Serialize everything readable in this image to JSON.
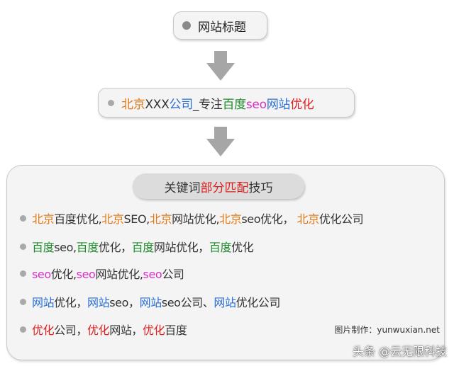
{
  "colors": {
    "orange": "#e07a18",
    "green": "#1d8a2a",
    "magenta": "#d631c8",
    "blue": "#2a6fd1",
    "red": "#e02020",
    "text": "#333333"
  },
  "title_box": {
    "label": "网站标题"
  },
  "example_title": {
    "segments": [
      {
        "text": "北京",
        "color": "orange"
      },
      {
        "text": "XXX",
        "color": "text"
      },
      {
        "text": "公司",
        "color": "blue"
      },
      {
        "text": "_专注",
        "color": "text"
      },
      {
        "text": "百度",
        "color": "green"
      },
      {
        "text": "seo",
        "color": "magenta"
      },
      {
        "text": "网站",
        "color": "blue"
      },
      {
        "text": "优化",
        "color": "red"
      }
    ]
  },
  "panel": {
    "header": [
      {
        "text": "关键词",
        "color": "text"
      },
      {
        "text": "部分匹配",
        "color": "red"
      },
      {
        "text": "技巧",
        "color": "text"
      }
    ],
    "rows": [
      [
        {
          "text": "北京",
          "color": "orange"
        },
        {
          "text": "百度优化,",
          "color": "text"
        },
        {
          "text": "北京",
          "color": "orange"
        },
        {
          "text": "SEO,",
          "color": "text"
        },
        {
          "text": "北京",
          "color": "orange"
        },
        {
          "text": "网站优化,",
          "color": "text"
        },
        {
          "text": "北京",
          "color": "orange"
        },
        {
          "text": "seo优化， ",
          "color": "text"
        },
        {
          "text": "北京",
          "color": "orange"
        },
        {
          "text": "优化公司",
          "color": "text"
        }
      ],
      [
        {
          "text": "百度",
          "color": "green"
        },
        {
          "text": "seo,",
          "color": "text"
        },
        {
          "text": "百度",
          "color": "green"
        },
        {
          "text": "优化，",
          "color": "text"
        },
        {
          "text": "百度",
          "color": "green"
        },
        {
          "text": "网站优化，",
          "color": "text"
        },
        {
          "text": "百度",
          "color": "green"
        },
        {
          "text": "优化",
          "color": "text"
        }
      ],
      [
        {
          "text": "seo",
          "color": "magenta"
        },
        {
          "text": "优化,",
          "color": "text"
        },
        {
          "text": "seo",
          "color": "magenta"
        },
        {
          "text": "网站优化,",
          "color": "text"
        },
        {
          "text": "seo",
          "color": "magenta"
        },
        {
          "text": "公司",
          "color": "text"
        }
      ],
      [
        {
          "text": "网站",
          "color": "blue"
        },
        {
          "text": "优化，",
          "color": "text"
        },
        {
          "text": "网站",
          "color": "blue"
        },
        {
          "text": "seo，",
          "color": "text"
        },
        {
          "text": "网站",
          "color": "blue"
        },
        {
          "text": "seo公司、",
          "color": "text"
        },
        {
          "text": "网站",
          "color": "blue"
        },
        {
          "text": "优化公司",
          "color": "text"
        }
      ],
      [
        {
          "text": "优化",
          "color": "red"
        },
        {
          "text": "公司，",
          "color": "text"
        },
        {
          "text": "优化",
          "color": "red"
        },
        {
          "text": "网站，",
          "color": "text"
        },
        {
          "text": "优化",
          "color": "red"
        },
        {
          "text": "百度",
          "color": "text"
        }
      ]
    ]
  },
  "credit": "图片制作：yunwuxian.net",
  "watermark": "头条 @云无限科技"
}
